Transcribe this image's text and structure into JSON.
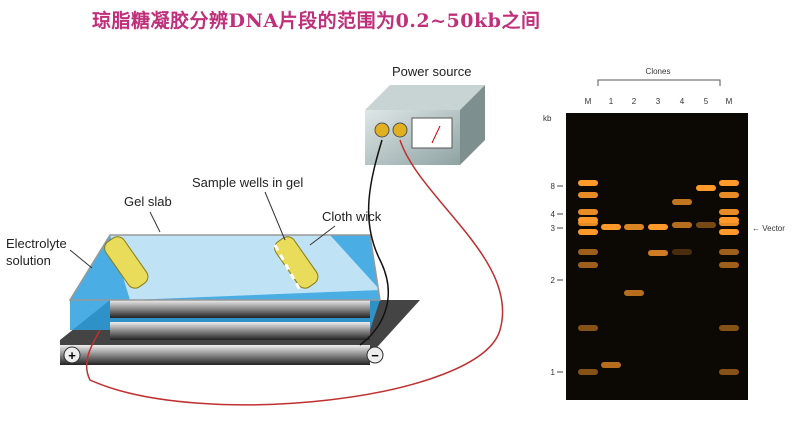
{
  "title": "琼脂糖凝胶分辨DNA片段的范围为0.2~50kb之间",
  "apparatus": {
    "power_source": "Power source",
    "sample_wells": "Sample wells in gel",
    "gel_slab": "Gel slab",
    "cloth_wick": "Cloth wick",
    "electrolyte_line1": "Electrolyte",
    "electrolyte_line2": "solution",
    "plus": "+",
    "minus": "−"
  },
  "gel": {
    "clones_label": "Clones",
    "kb_label": "kb",
    "vector_label": "← Vector",
    "lanes": [
      "M",
      "1",
      "2",
      "3",
      "4",
      "5",
      "M"
    ],
    "size_ticks": [
      {
        "label": "8",
        "kb": 8
      },
      {
        "label": "4",
        "kb": 4
      },
      {
        "label": "3",
        "kb": 3
      },
      {
        "label": "2",
        "kb": 2
      },
      {
        "label": "1",
        "kb": 1
      }
    ],
    "band_color": "#ff9a2a"
  }
}
